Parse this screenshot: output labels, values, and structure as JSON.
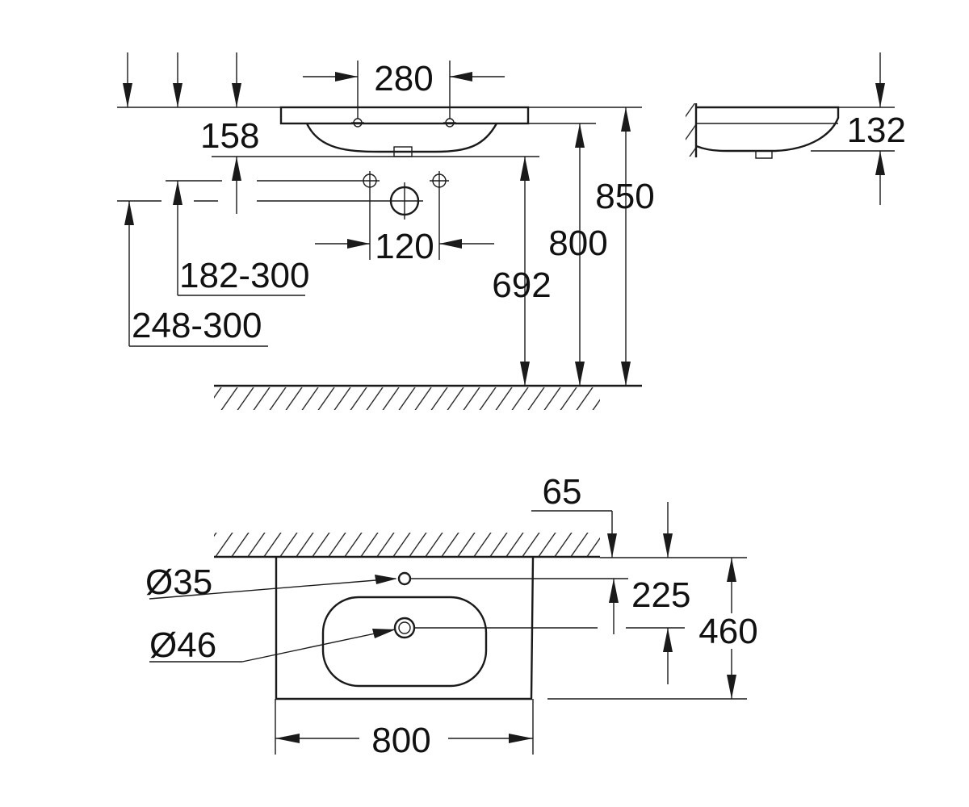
{
  "drawing": {
    "front_view": {
      "tap_hole_spacing": "280",
      "overflow_depth": "158",
      "outlet_spacing": "120",
      "height_to_top": "850",
      "height_to_bowl": "800",
      "height_to_outlet": "692",
      "side_range_a": "182-300",
      "side_range_b": "248-300"
    },
    "side_view": {
      "depth": "132"
    },
    "top_view": {
      "wall_offset": "65",
      "tap_hole_diameter": "Ø35",
      "waste_diameter": "Ø46",
      "waste_distance": "225",
      "total_depth": "460",
      "width": "800"
    }
  },
  "colors": {
    "line": "#1a1a1a",
    "background": "#ffffff"
  }
}
